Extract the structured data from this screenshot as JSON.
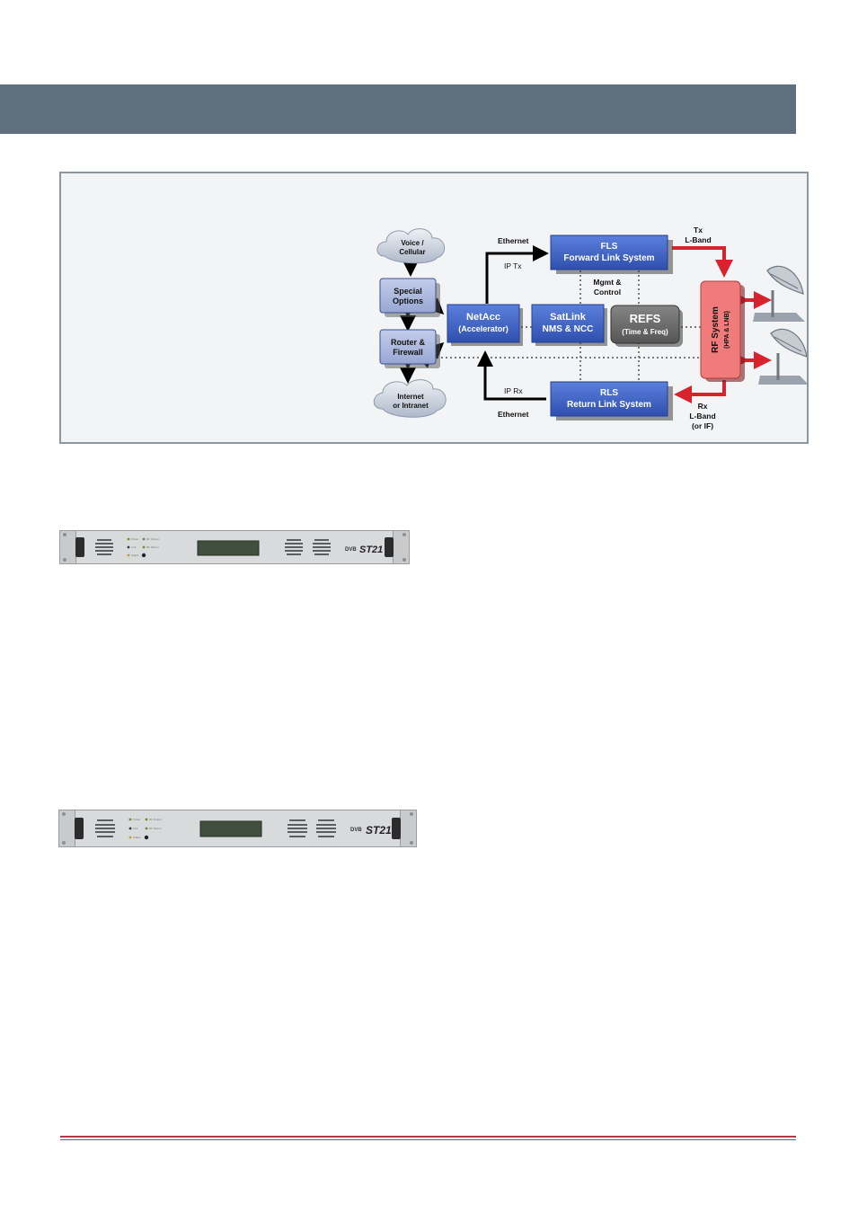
{
  "diagram": {
    "nodes": {
      "voice": [
        "Voice /",
        "Cellular"
      ],
      "special": [
        "Special",
        "Options"
      ],
      "router": [
        "Router &",
        "Firewall"
      ],
      "internet": [
        "Internet",
        "or Intranet"
      ],
      "netacc": [
        "NetAcc",
        "(Accelerator)"
      ],
      "satlink": [
        "SatLink",
        "NMS & NCC"
      ],
      "refs": [
        "REFS",
        "(Time & Freq)"
      ],
      "fls": [
        "FLS",
        "Forward Link System"
      ],
      "rls": [
        "RLS",
        "Return Link System"
      ],
      "rf": [
        "RF System",
        "(HPA & LNB)"
      ]
    },
    "labels": {
      "eth_top": "Ethernet",
      "ip_tx": "IP Tx",
      "mgmt": [
        "Mgmt &",
        "Control"
      ],
      "tx_band": [
        "Tx",
        "L-Band"
      ],
      "ip_rx": "IP Rx",
      "eth_bottom": "Ethernet",
      "rx_band": [
        "Rx",
        "L-Band",
        "(or IF)"
      ]
    }
  },
  "devices": [
    {
      "leds": [
        "Power",
        "Link",
        "Status",
        "RF Output",
        "RF Return"
      ],
      "brand": "ST21"
    },
    {
      "leds": [
        "Power",
        "Link",
        "Status",
        "RF Output",
        "RF Return"
      ],
      "brand": "ST21"
    }
  ],
  "colors": {
    "header": "#5f6f7d",
    "blue_box": "#3e63c6",
    "light_box": "#a9b6dd",
    "refs_box": "#6b6b6b",
    "rf_box": "#ef7b7b",
    "red_arrow": "#d6232e",
    "footer_red": "#b03a48",
    "footer_blue": "#4d6a8a"
  }
}
